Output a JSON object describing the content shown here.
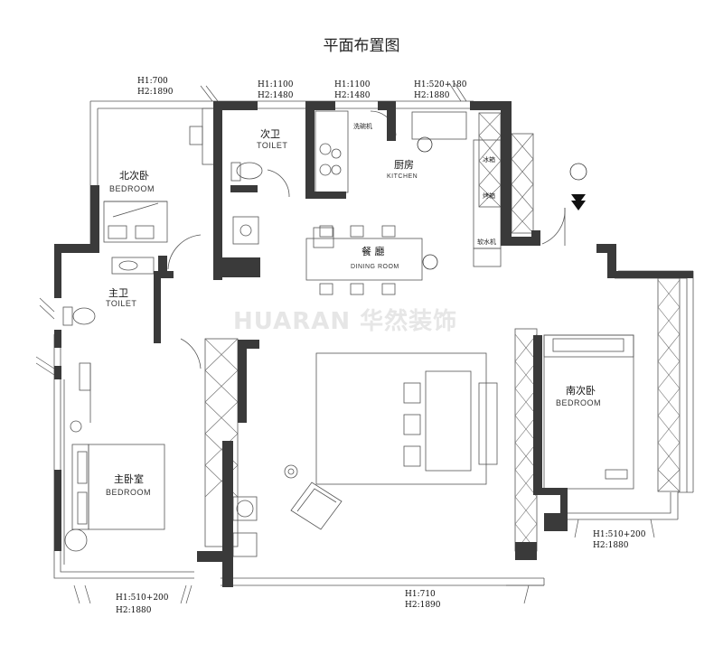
{
  "title": "平面布置图",
  "watermark": "HUARAN 华然装饰",
  "rooms": {
    "north_bedroom": {
      "zh": "北次卧",
      "en": "BEDROOM"
    },
    "second_bath": {
      "zh": "次卫",
      "en": "TOILET"
    },
    "kitchen": {
      "zh": "厨房",
      "en": "KITCHEN"
    },
    "dining": {
      "zh": "餐 廳",
      "en": "DINING ROOM"
    },
    "master_bath": {
      "zh": "主卫",
      "en": "TOILET"
    },
    "master_bedroom": {
      "zh": "主卧室",
      "en": "BEDROOM"
    },
    "south_bedroom": {
      "zh": "南次卧",
      "en": "BEDROOM"
    }
  },
  "window_dims": [
    {
      "h1": "H1:700",
      "h2": "H2:1890"
    },
    {
      "h1": "H1:1100",
      "h2": "H2:1480"
    },
    {
      "h1": "H1:1100",
      "h2": "H2:1480"
    },
    {
      "h1": "H1:520+180",
      "h2": "H2:1880"
    },
    {
      "h1": "H1:510+200",
      "h2": "H2:1880"
    },
    {
      "h1": "H1:710",
      "h2": "H2:1890"
    },
    {
      "h1": "H1:510+200",
      "h2": "H2:1880"
    }
  ],
  "appliance_labels": {
    "washer": "洗碗机",
    "fridge": "冰箱",
    "oven": "烤箱",
    "purifier": "软水机"
  },
  "colors": {
    "wall": "#3a3a3a",
    "line": "#555555",
    "watermark": "#e6e6e6"
  }
}
